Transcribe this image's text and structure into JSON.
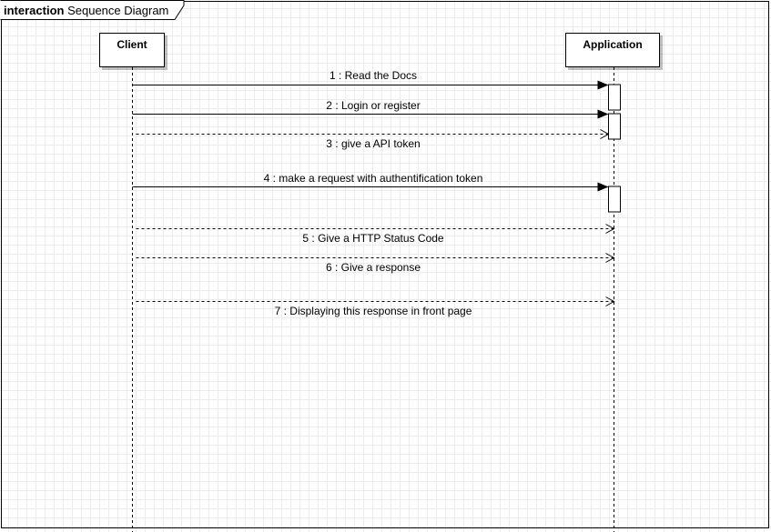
{
  "frame": {
    "keyword": "interaction",
    "title": "Sequence Diagram"
  },
  "participants": [
    {
      "id": "client",
      "name": "Client"
    },
    {
      "id": "application",
      "name": "Application"
    }
  ],
  "messages": [
    {
      "number": 1,
      "label": "1 : Read the Docs",
      "from": "client",
      "to": "application",
      "kind": "synchronous"
    },
    {
      "number": 2,
      "label": "2 : Login or register",
      "from": "client",
      "to": "application",
      "kind": "synchronous"
    },
    {
      "number": 3,
      "label": "3 : give a API token",
      "from": "application",
      "to": "client",
      "kind": "reply"
    },
    {
      "number": 4,
      "label": "4 : make a request with authentification token",
      "from": "client",
      "to": "application",
      "kind": "synchronous"
    },
    {
      "number": 5,
      "label": "5 : Give a HTTP Status Code",
      "from": "application",
      "to": "client",
      "kind": "reply"
    },
    {
      "number": 6,
      "label": "6 : Give a response",
      "from": "application",
      "to": "client",
      "kind": "reply"
    },
    {
      "number": 7,
      "label": "7 : Displaying this response in front page",
      "from": "application",
      "to": "client",
      "kind": "reply"
    }
  ]
}
